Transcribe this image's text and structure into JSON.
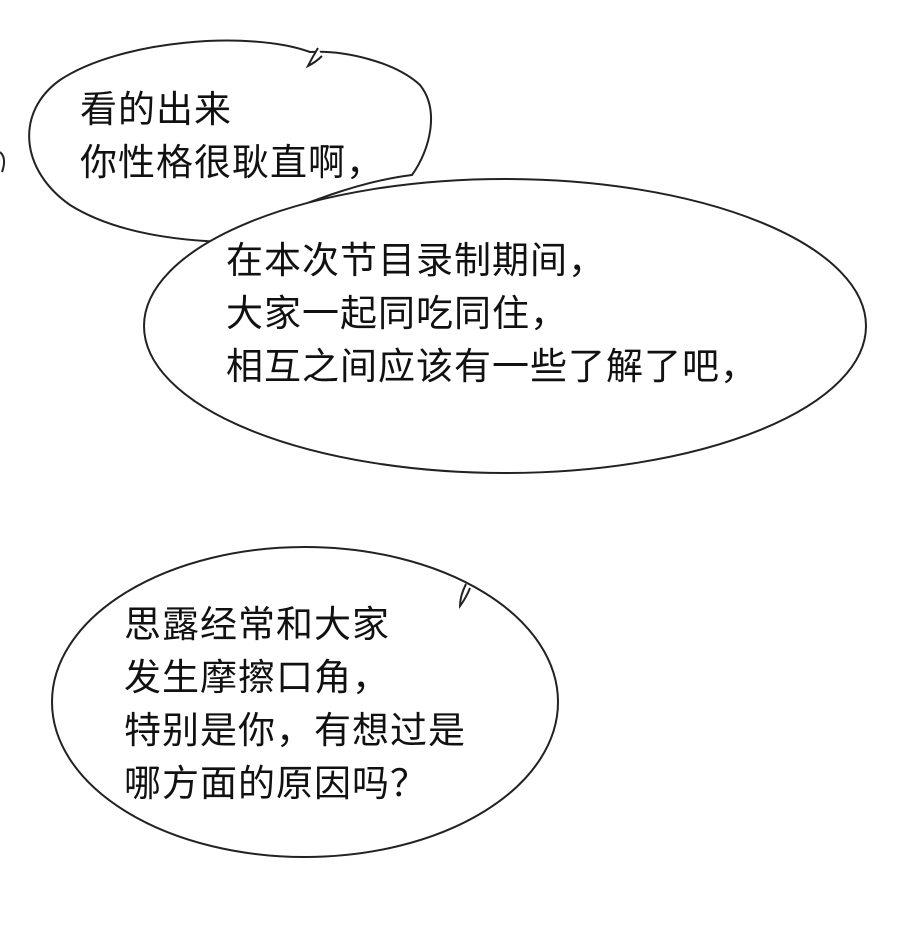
{
  "bubbles": [
    {
      "lines": [
        "看的出来",
        "你性格很耿直啊，"
      ]
    },
    {
      "lines": [
        "在本次节目录制期间，",
        "大家一起同吃同住，",
        "相互之间应该有一些了解了吧，"
      ]
    },
    {
      "lines": [
        "思露经常和大家",
        "发生摩擦口角，",
        "特别是你，有想过是",
        "哪方面的原因吗？"
      ]
    }
  ],
  "colors": {
    "background": "#ffffff",
    "ink": "#111111"
  }
}
